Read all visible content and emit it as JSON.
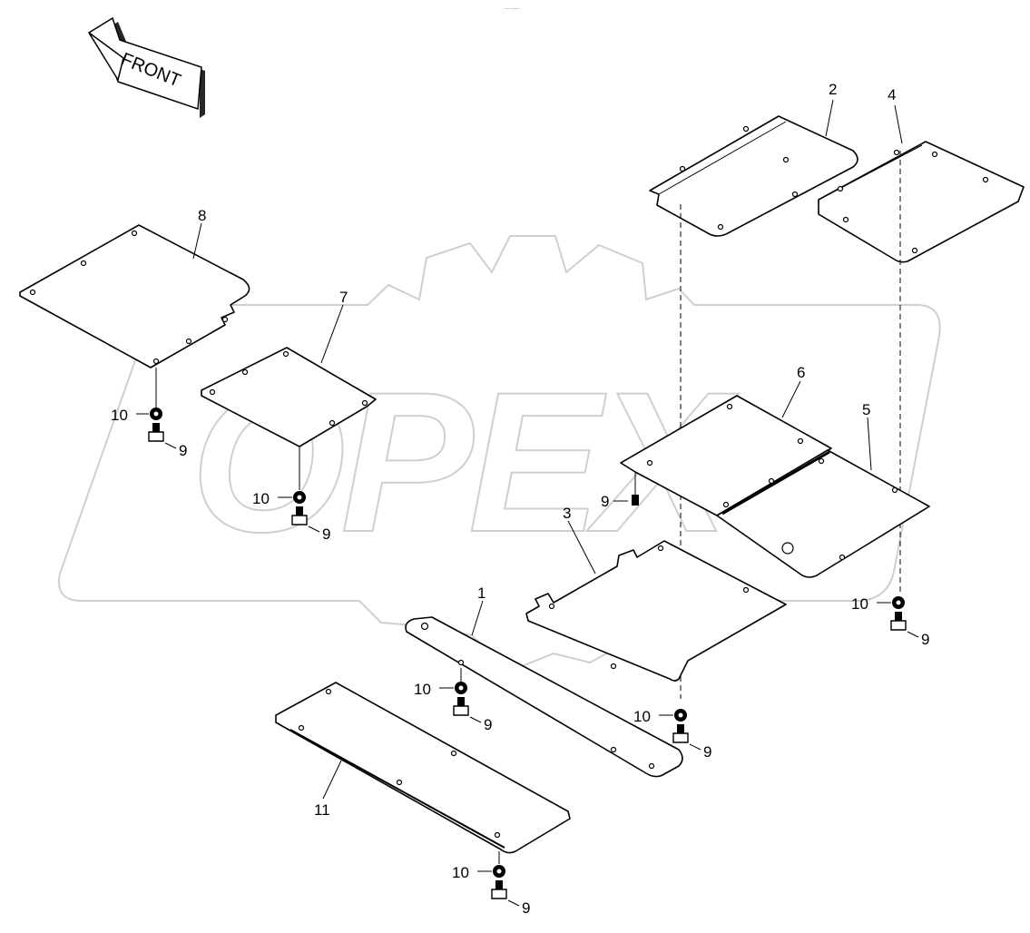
{
  "header_mark": "— ——",
  "direction_label": "FRONT",
  "watermark_brand": "OPEX",
  "callouts": {
    "p1": "1",
    "p2": "2",
    "p3": "3",
    "p4": "4",
    "p5": "5",
    "p6": "6",
    "p7": "7",
    "p8": "8",
    "p11": "11",
    "w8": "10",
    "b8": "9",
    "w7": "10",
    "b7": "9",
    "b6": "9",
    "w1": "10",
    "b1": "9",
    "w2": "10",
    "b2": "9",
    "w4": "10",
    "b4": "9",
    "w11": "10",
    "b11": "9"
  },
  "colors": {
    "line": "#000000",
    "watermark": "#cfcfcf",
    "background": "#ffffff"
  }
}
